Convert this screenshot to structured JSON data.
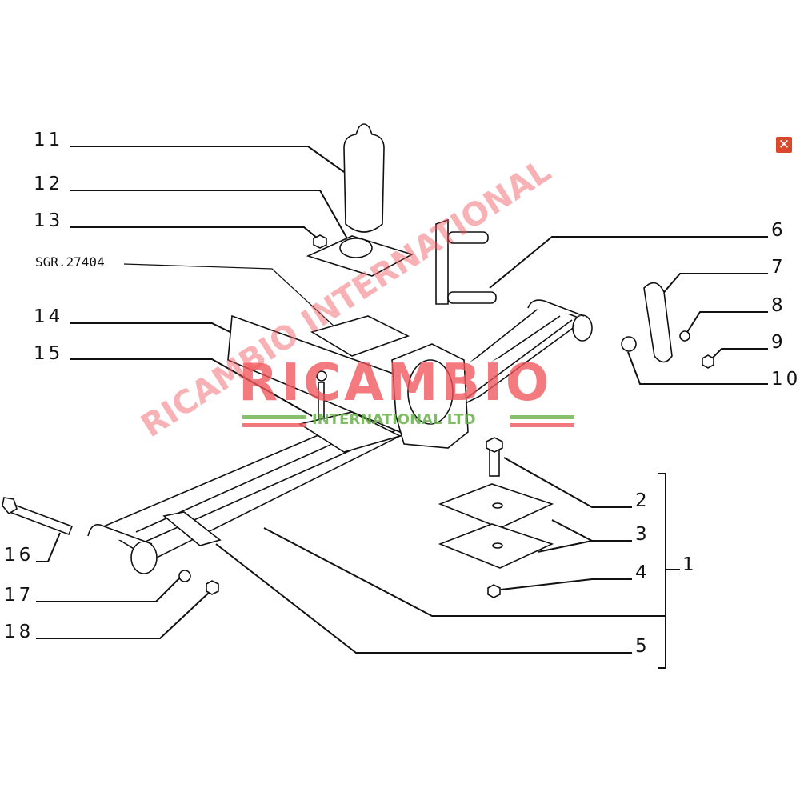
{
  "diagram": {
    "reference_code": "SGR.27404",
    "callouts": [
      "1",
      "2",
      "3",
      "4",
      "5",
      "6",
      "7",
      "8",
      "9",
      "10",
      "11",
      "12",
      "13",
      "14",
      "15",
      "16",
      "17",
      "18"
    ]
  },
  "watermark": {
    "brand": "RICAMBIO",
    "subtitle": "INTERNATIONAL LTD",
    "diagonal": "RICAMBIO INTERNATIONAL",
    "brand_color": "#f0555a",
    "subtitle_color": "#6ab04c"
  },
  "close_icon": {
    "name": "close-icon",
    "color": "#d9482b",
    "glyph": "✕"
  }
}
